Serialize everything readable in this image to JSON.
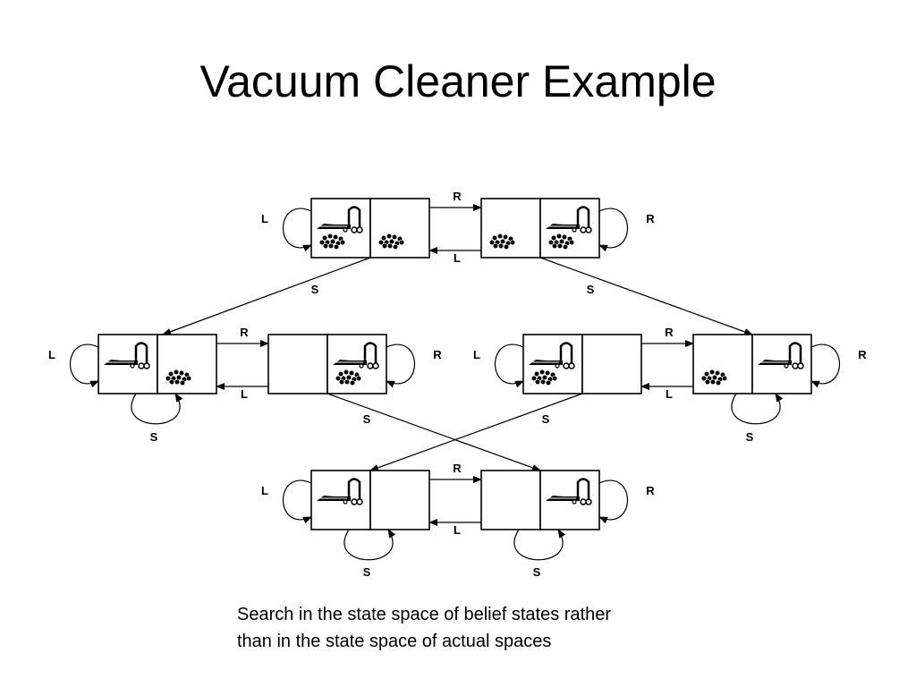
{
  "slide": {
    "title": "Vacuum Cleaner Example",
    "caption_line_1": "Search in the state space of belief states rather",
    "caption_line_2": "than in the state space of actual spaces"
  },
  "diagram": {
    "action_labels": {
      "left": "L",
      "right": "R",
      "suck": "S"
    },
    "nodes": [
      {
        "id": "top-left",
        "cells": [
          {
            "vacuum": true,
            "dirt": true
          },
          {
            "vacuum": false,
            "dirt": true
          }
        ]
      },
      {
        "id": "top-right",
        "cells": [
          {
            "vacuum": false,
            "dirt": true
          },
          {
            "vacuum": true,
            "dirt": true
          }
        ]
      },
      {
        "id": "mid-1",
        "cells": [
          {
            "vacuum": true,
            "dirt": false
          },
          {
            "vacuum": false,
            "dirt": true
          }
        ]
      },
      {
        "id": "mid-2",
        "cells": [
          {
            "vacuum": false,
            "dirt": false
          },
          {
            "vacuum": true,
            "dirt": true
          }
        ]
      },
      {
        "id": "mid-3",
        "cells": [
          {
            "vacuum": true,
            "dirt": true
          },
          {
            "vacuum": false,
            "dirt": false
          }
        ]
      },
      {
        "id": "mid-4",
        "cells": [
          {
            "vacuum": false,
            "dirt": true
          },
          {
            "vacuum": true,
            "dirt": false
          }
        ]
      },
      {
        "id": "bottom-left",
        "cells": [
          {
            "vacuum": true,
            "dirt": false
          },
          {
            "vacuum": false,
            "dirt": false
          }
        ]
      },
      {
        "id": "bottom-right",
        "cells": [
          {
            "vacuum": false,
            "dirt": false
          },
          {
            "vacuum": true,
            "dirt": false
          }
        ]
      }
    ]
  }
}
